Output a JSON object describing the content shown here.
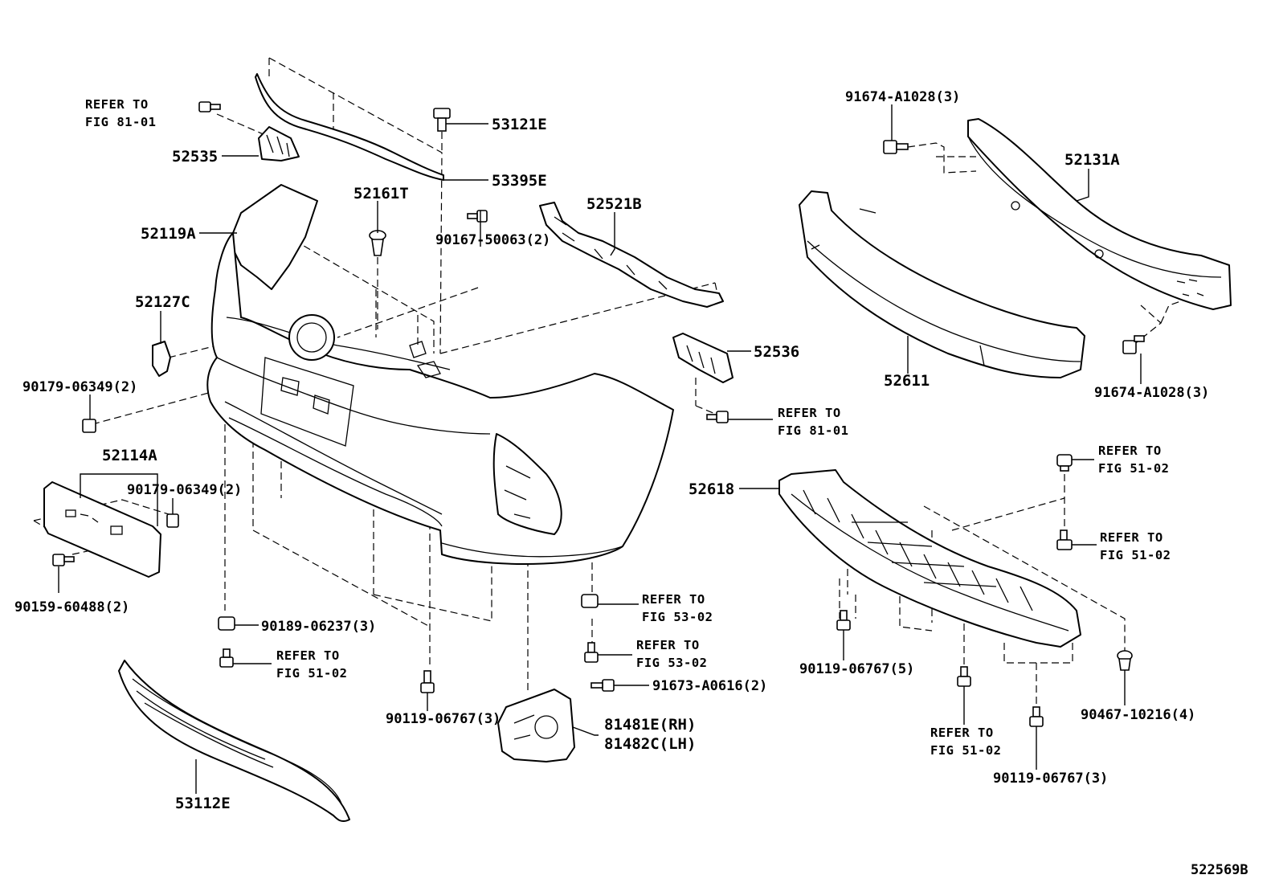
{
  "diagram_id": "522569B",
  "labels": {
    "p52535": "52535",
    "p53121E": "53121E",
    "p53395E": "53395E",
    "p52161T": "52161T",
    "p52119A": "52119A",
    "p90167": "90167-50063(2)",
    "p52521B": "52521B",
    "p52127C": "52127C",
    "p90179a": "90179-06349(2)",
    "p52114A": "52114A",
    "p90179b": "90179-06349(2)",
    "p90159": "90159-60488(2)",
    "p90189": "90189-06237(3)",
    "p90119a": "90119-06767(3)",
    "p53112E": "53112E",
    "p91673": "91673-A0616(2)",
    "p81481E": "81481E(RH)",
    "p81482C": "81482C(LH)",
    "p52536": "52536",
    "p91674a": "91674-A1028(3)",
    "p52131A": "52131A",
    "p52611": "52611",
    "p91674b": "91674-A1028(3)",
    "p52618": "52618",
    "p90119b": "90119-06767(5)",
    "p90119c": "90119-06767(3)",
    "p90467": "90467-10216(4)"
  },
  "refers": {
    "refer_to": "REFER TO",
    "fig_81_01": "FIG 81-01",
    "fig_51_02": "FIG 51-02",
    "fig_53_02": "FIG 53-02"
  }
}
